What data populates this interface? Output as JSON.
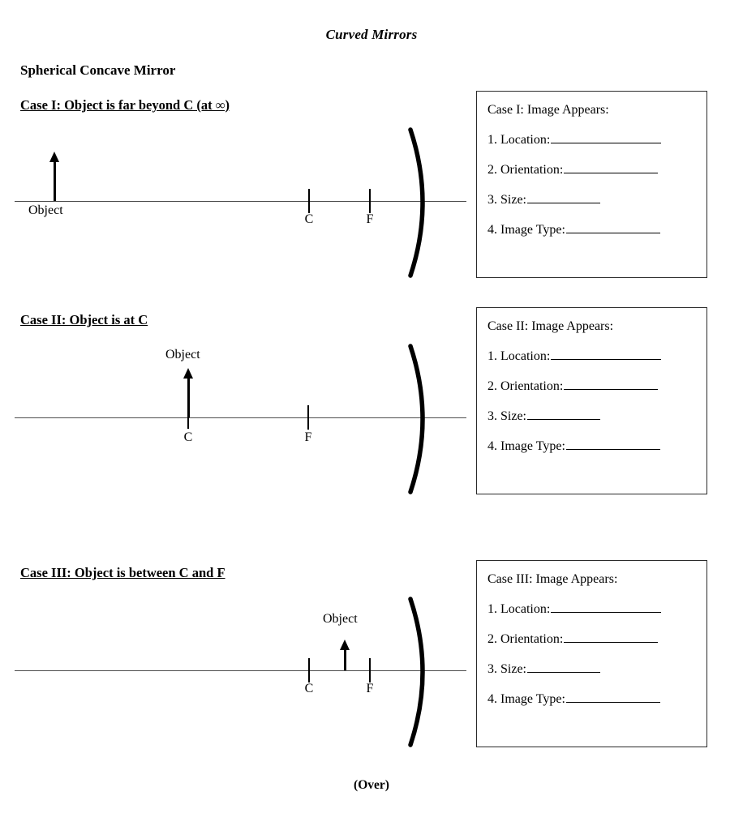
{
  "document": {
    "title": "Curved Mirrors",
    "section_heading": "Spherical Concave Mirror",
    "footer": "(Over)"
  },
  "cases": [
    {
      "id": "case-1",
      "heading": "Case I: Object is far beyond C (at ∞)",
      "diagram": {
        "object_label": "Object",
        "point_labels": {
          "center": "C",
          "focus": "F"
        },
        "mirror_type": "concave-arc"
      },
      "answer_box": {
        "header": "Case I: Image Appears:",
        "rows": [
          {
            "label": "1. Location:",
            "blank_width": 136
          },
          {
            "label": "2. Orientation:",
            "blank_width": 116
          },
          {
            "label": "3. Size:",
            "blank_width": 90
          },
          {
            "label": "4. Image Type:",
            "blank_width": 116
          }
        ]
      }
    },
    {
      "id": "case-2",
      "heading": "Case II: Object is at C",
      "diagram": {
        "object_label": "Object",
        "point_labels": {
          "center": "C",
          "focus": "F"
        },
        "mirror_type": "concave-arc"
      },
      "answer_box": {
        "header": "Case II: Image Appears:",
        "rows": [
          {
            "label": "1. Location:",
            "blank_width": 136
          },
          {
            "label": "2. Orientation:",
            "blank_width": 116
          },
          {
            "label": "3. Size:",
            "blank_width": 90
          },
          {
            "label": "4. Image Type:",
            "blank_width": 116
          }
        ]
      }
    },
    {
      "id": "case-3",
      "heading": "Case III: Object is between C and F",
      "diagram": {
        "object_label": "Object",
        "point_labels": {
          "center": "C",
          "focus": "F"
        },
        "mirror_type": "concave-arc"
      },
      "answer_box": {
        "header": "Case III: Image Appears:",
        "rows": [
          {
            "label": "1. Location:",
            "blank_width": 136
          },
          {
            "label": "2. Orientation:",
            "blank_width": 116
          },
          {
            "label": "3. Size:",
            "blank_width": 90
          },
          {
            "label": "4. Image Type:",
            "blank_width": 116
          }
        ]
      }
    }
  ],
  "colors": {
    "ink": "#000000",
    "axis": "#4d4d4d",
    "box_border": "#2b2b2b",
    "page": "#ffffff"
  }
}
